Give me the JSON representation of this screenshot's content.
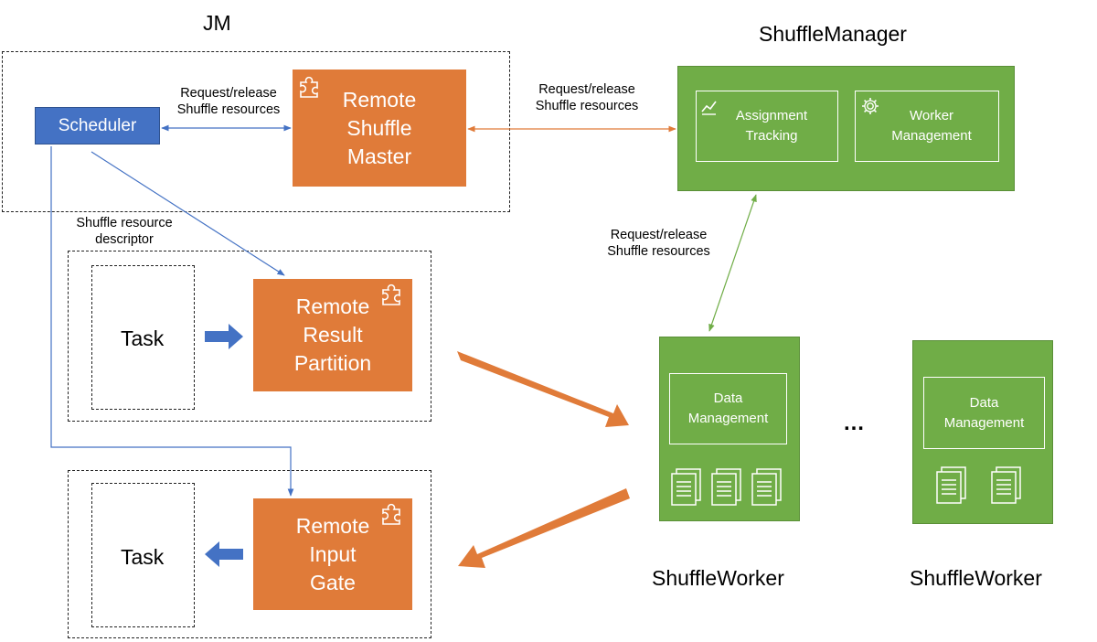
{
  "jm": {
    "title": "JM"
  },
  "shuffle_manager": {
    "title": "ShuffleManager",
    "assignment_tracking": "Assignment\nTracking",
    "worker_management": "Worker\nManagement"
  },
  "scheduler": {
    "label": "Scheduler"
  },
  "remote_shuffle_master": {
    "label": "Remote\nShuffle\nMaster"
  },
  "remote_result_partition": {
    "label": "Remote\nResult\nPartition"
  },
  "remote_input_gate": {
    "label": "Remote\nInput\nGate"
  },
  "task_top": {
    "label": "Task"
  },
  "task_bottom": {
    "label": "Task"
  },
  "labels": {
    "scheduler_to_master": "Request/release\nShuffle resources",
    "master_to_manager": "Request/release\nShuffle resources",
    "manager_to_worker": "Request/release\nShuffle resources",
    "resource_descriptor": "Shuffle resource\ndescriptor"
  },
  "workers": [
    {
      "title": "ShuffleWorker",
      "data_management": "Data\nManagement"
    },
    {
      "title": "ShuffleWorker",
      "data_management": "Data\nManagement"
    }
  ],
  "ellipsis": "…",
  "colors": {
    "orange": "#e07b39",
    "green": "#70ad47",
    "blue": "#4472c4",
    "line_blue": "#4472c4",
    "line_orange": "#e07b39",
    "line_green": "#70ad47"
  }
}
